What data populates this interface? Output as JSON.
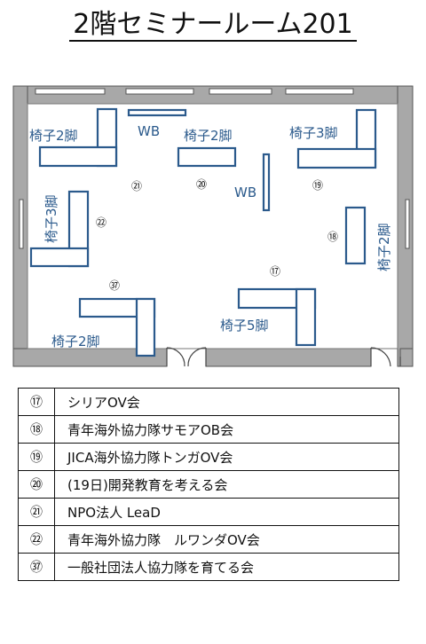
{
  "title": "2階セミナールーム201",
  "room": {
    "labels": {
      "tl_chairs": "椅子2脚",
      "wb_top": "WB",
      "center_chairs": "椅子2脚",
      "tr_chairs": "椅子3脚",
      "left_chairs": "椅子3脚",
      "wb_center": "WB",
      "right_chairs": "椅子2脚",
      "bl_chairs": "椅子2脚",
      "br_chairs": "椅子5脚"
    },
    "markers": {
      "m17": "⑰",
      "m18": "⑱",
      "m19": "⑲",
      "m20": "⑳",
      "m21": "㉑",
      "m22": "㉒",
      "m37": "㊲"
    }
  },
  "legend": [
    {
      "no": "⑰",
      "name": "シリアOV会"
    },
    {
      "no": "⑱",
      "name": "青年海外協力隊サモアOB会"
    },
    {
      "no": "⑲",
      "name": "JICA海外協力隊トンガOV会"
    },
    {
      "no": "⑳",
      "name": "(19日)開発教育を考える会"
    },
    {
      "no": "㉑",
      "name": "NPO法人 LeaD"
    },
    {
      "no": "㉒",
      "name": "青年海外協力隊　ルワンダOV会"
    },
    {
      "no": "㊲",
      "name": "一般社団法人協力隊を育てる会"
    }
  ]
}
